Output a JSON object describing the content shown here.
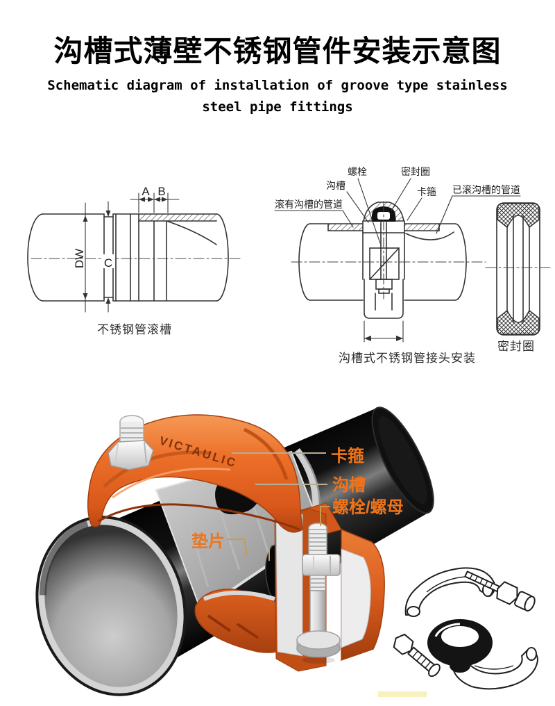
{
  "header": {
    "title": "沟槽式薄壁不锈钢管件安装示意图",
    "subtitle_line1": "Schematic diagram of installation of groove type stainless",
    "subtitle_line2": "steel pipe fittings"
  },
  "drawings": {
    "groove_detail": {
      "dim_a": "A",
      "dim_b": "B",
      "dim_dw": "DW",
      "dim_c": "C",
      "caption": "不锈钢管滚槽"
    },
    "joint_section": {
      "label_bolt": "螺栓",
      "label_seal_ring": "密封圈",
      "label_groove": "沟槽",
      "label_clamp": "卡箍",
      "label_pipe_left": "滚有沟槽的管道",
      "label_pipe_right": "已滚沟槽的管道",
      "caption": "沟槽式不锈钢管接头安装"
    },
    "seal_section": {
      "caption": "密封圈"
    }
  },
  "render": {
    "brand": "VICTAULIC",
    "labels": {
      "clamp": "卡箍",
      "groove": "沟槽",
      "bolt_nut": "螺栓/螺母",
      "gasket": "垫片"
    },
    "accent_color": "#f0741a",
    "coupling_color": "#e2601f",
    "line_color": "#333333"
  }
}
